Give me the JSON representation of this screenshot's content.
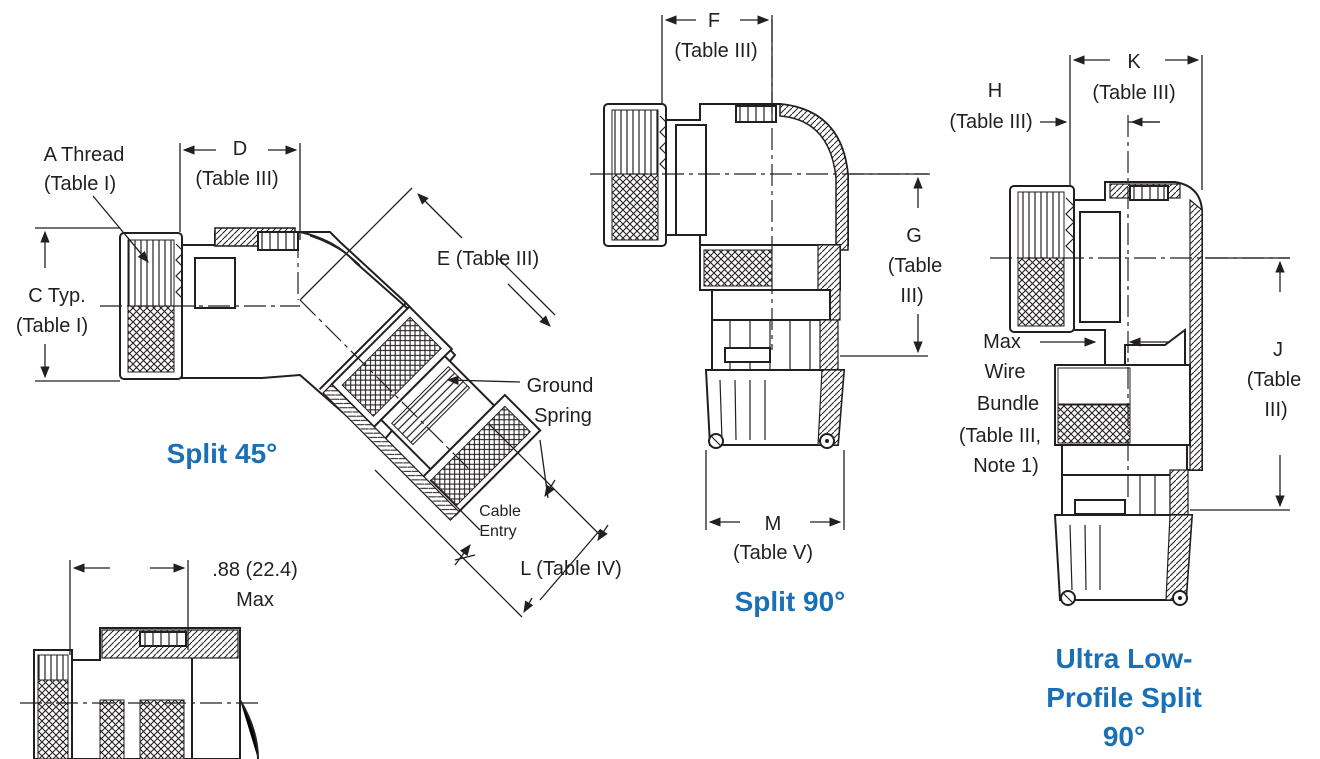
{
  "colors": {
    "title": "#1a6fb5",
    "line": "#231f20",
    "background": "#ffffff"
  },
  "split45": {
    "title": "Split  45°",
    "a_thread": "A Thread",
    "a_table": "(Table I)",
    "c_typ": "C Typ.",
    "c_table": "(Table I)",
    "d": "D",
    "d_table": "(Table III)",
    "e": "E (Table III)",
    "ground1": "Ground",
    "ground2": "Spring",
    "cable1": "Cable",
    "cable2": "Entry",
    "l": "L (Table IV)"
  },
  "split90": {
    "title": "Split 90°",
    "f": "F",
    "f_table": "(Table III)",
    "g": "G",
    "g_t1": "(Table",
    "g_t2": "III)",
    "m": "M",
    "m_table": "(Table V)"
  },
  "ultra": {
    "title1": "Ultra Low-",
    "title2": "Profile Split",
    "title3": "90°",
    "h": "H",
    "h_table": "(Table III)",
    "k": "K",
    "k_table": "(Table III)",
    "j": "J",
    "j_t1": "(Table",
    "j_t2": "III)",
    "max1": "Max",
    "max2": "Wire",
    "max3": "Bundle",
    "max4": "(Table III,",
    "max5": "Note 1)"
  },
  "detail": {
    "dim1": ".88 (22.4)",
    "dim2": "Max"
  }
}
